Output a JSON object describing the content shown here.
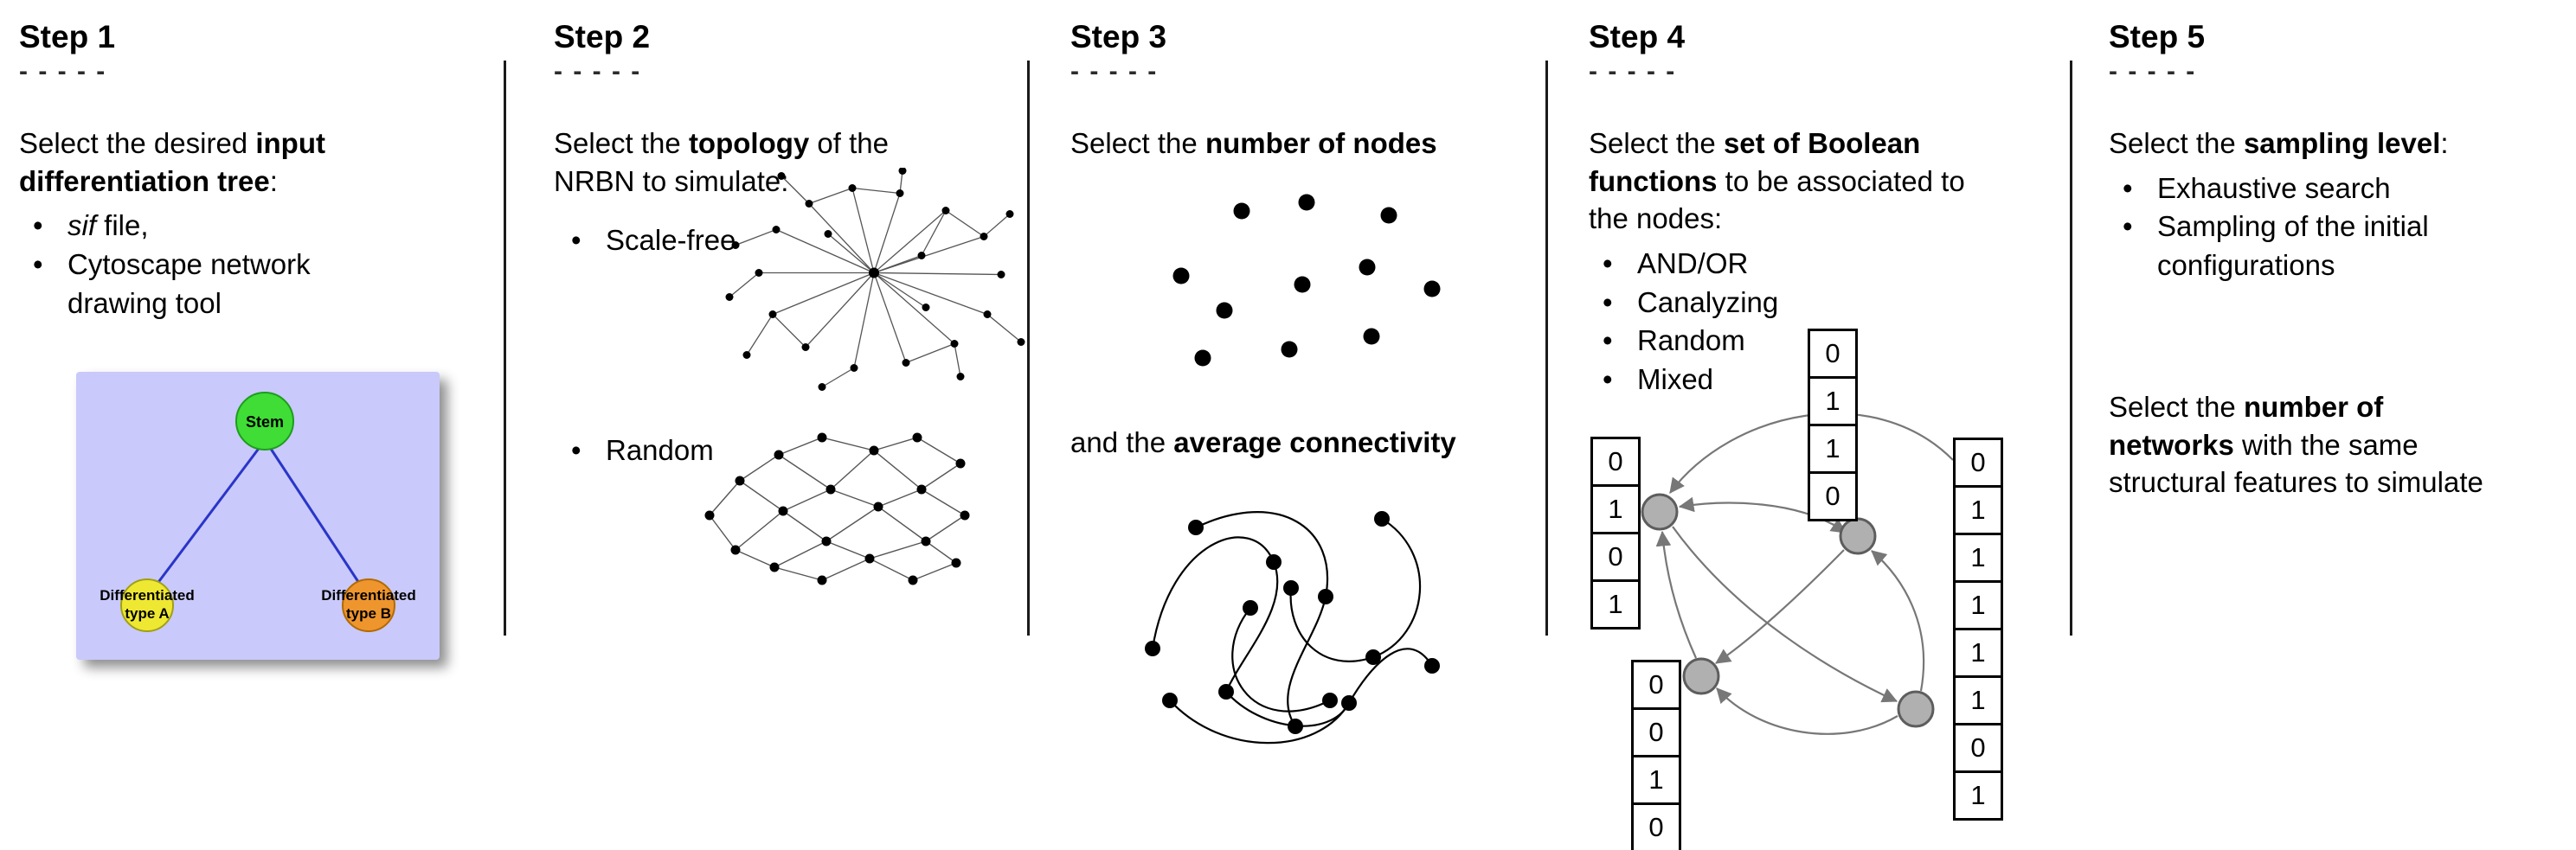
{
  "figure": {
    "steps": [
      {
        "title": "Step 1",
        "dashes": "- - - - -",
        "intro": [
          "Select the desired ",
          "input differentiation tree",
          ":"
        ],
        "bullet_sif": [
          "sif",
          " file,"
        ],
        "bullet_cytoscape": "Cytoscape network drawing tool",
        "tree": {
          "stem_label": "Stem",
          "type_a_line1": "Differentiated",
          "type_a_line2": "type A",
          "type_b_line1": "Differentiated",
          "type_b_line2": "type B",
          "colors": {
            "background": "#c9c9fb",
            "stem": "#3fdd35",
            "type_a": "#efe832",
            "type_b": "#ef952e",
            "edge": "#2a35c8"
          }
        }
      },
      {
        "title": "Step 2",
        "dashes": "- - - - -",
        "intro": [
          "Select the ",
          "topology",
          " of the NRBN to simulate:"
        ],
        "bullets": [
          "Scale-free",
          "Random"
        ]
      },
      {
        "title": "Step 3",
        "dashes": "- - - - -",
        "intro": [
          "Select the ",
          "number of nodes",
          ""
        ],
        "mid": [
          "and the ",
          "average connectivity",
          ""
        ]
      },
      {
        "title": "Step 4",
        "dashes": "- - - - -",
        "intro": [
          "Select the ",
          "set of Boolean functions",
          " to be associated to the nodes:"
        ],
        "bullets": [
          "AND/OR",
          "Canalyzing",
          "Random",
          "Mixed"
        ],
        "truth_tables": {
          "left": [
            "0",
            "1",
            "0",
            "1"
          ],
          "top": [
            "0",
            "1",
            "1",
            "0"
          ],
          "bottom_left": [
            "0",
            "0",
            "1",
            "0"
          ],
          "right": [
            "0",
            "1",
            "1",
            "1",
            "1",
            "1",
            "0",
            "1"
          ]
        }
      },
      {
        "title": "Step 5",
        "dashes": "- - - - -",
        "intro": [
          "Select the ",
          "sampling level",
          ":"
        ],
        "bullets": [
          "Exhaustive search",
          "Sampling of the initial configurations"
        ],
        "second": [
          "Select the ",
          "number of networks",
          " with the same structural features to simulate"
        ]
      }
    ]
  }
}
